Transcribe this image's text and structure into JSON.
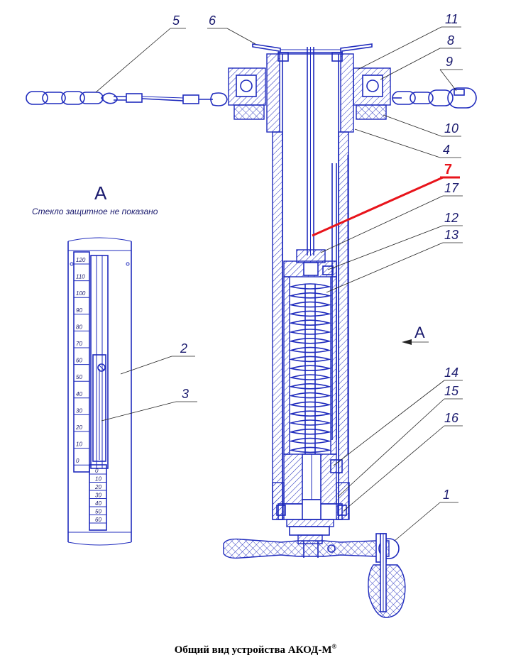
{
  "caption": {
    "text": "Общий вид устройства АКОД-М",
    "mark": "®"
  },
  "view": {
    "title": "А",
    "note": "Стекло защитное не показано",
    "arrow_label": "А"
  },
  "scale": {
    "upper_ticks": [
      "120",
      "110",
      "100",
      "90",
      "80",
      "70",
      "60",
      "50",
      "40",
      "30",
      "20",
      "10",
      "0"
    ],
    "lower_ticks": [
      "0",
      "10",
      "20",
      "30",
      "40",
      "50",
      "60"
    ]
  },
  "callouts": [
    "1",
    "2",
    "3",
    "4",
    "5",
    "6",
    "7",
    "8",
    "9",
    "10",
    "11",
    "12",
    "13",
    "14",
    "15",
    "16",
    "17"
  ],
  "colors": {
    "line": "#1f2bbd",
    "highlight": "#e8141b",
    "text": "#1a1a6e"
  }
}
